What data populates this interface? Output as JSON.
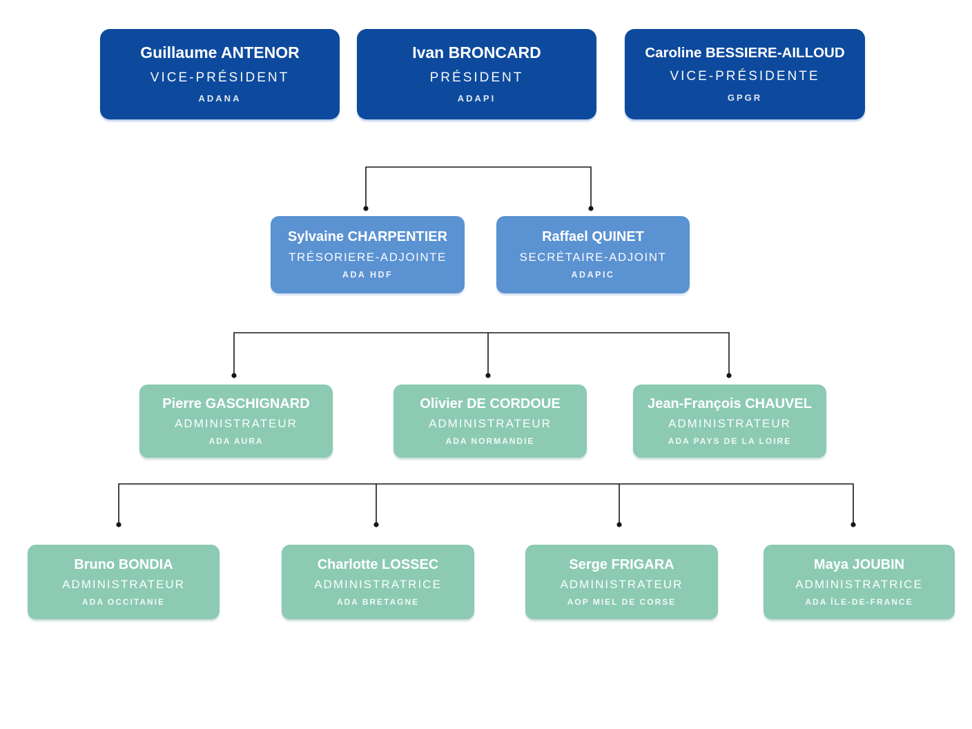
{
  "document": {
    "type": "org-chart",
    "background": "#ffffff"
  },
  "colors": {
    "level1_fill": "#0d4a9d",
    "level2_fill": "#5b92d2",
    "level3_fill": "#8ccab3",
    "text": "#ffffff",
    "connector_line": "#161616"
  },
  "chart": {
    "levels": [
      {
        "id": "executive",
        "boxes": [
          {
            "person": "Guillaume ANTENOR",
            "role": "VICE-PRÉSIDENT",
            "org": "ADANA"
          },
          {
            "person": "Ivan BRONCARD",
            "role": "PRÉSIDENT",
            "org": "ADAPI"
          },
          {
            "person": "Caroline BESSIERE-AILLOUD",
            "role": "VICE-PRÉSIDENTE",
            "org": "GPGR"
          }
        ]
      },
      {
        "id": "adjoints",
        "boxes": [
          {
            "person": "Sylvaine CHARPENTIER",
            "role": "TRÉSORIERE-ADJOINTE",
            "org": "ADA HDF"
          },
          {
            "person": "Raffael QUINET",
            "role": "SECRÉTAIRE-ADJOINT",
            "org": "ADAPIC"
          }
        ]
      },
      {
        "id": "administrateurs-row-1",
        "boxes": [
          {
            "person": "Pierre GASCHIGNARD",
            "role": "ADMINISTRATEUR",
            "org": "ADA AURA"
          },
          {
            "person": "Olivier DE CORDOUE",
            "role": "ADMINISTRATEUR",
            "org": "ADA NORMANDIE"
          },
          {
            "person": "Jean-François CHAUVEL",
            "role": "ADMINISTRATEUR",
            "org": "ADA PAYS DE LA LOIRE"
          }
        ]
      },
      {
        "id": "administrateurs-row-2",
        "boxes": [
          {
            "person": "Bruno BONDIA",
            "role": "ADMINISTRATEUR",
            "org": "ADA OCCITANIE"
          },
          {
            "person": "Charlotte LOSSEC",
            "role": "ADMINISTRATRICE",
            "org": "ADA BRETAGNE"
          },
          {
            "person": "Serge FRIGARA",
            "role": "ADMINISTRATEUR",
            "org": "AOP MIEL DE CORSE"
          },
          {
            "person": "Maya JOUBIN",
            "role": "ADMINISTRATRICE",
            "org": "ADA ÎLE-DE-FRANCE"
          }
        ]
      }
    ]
  }
}
